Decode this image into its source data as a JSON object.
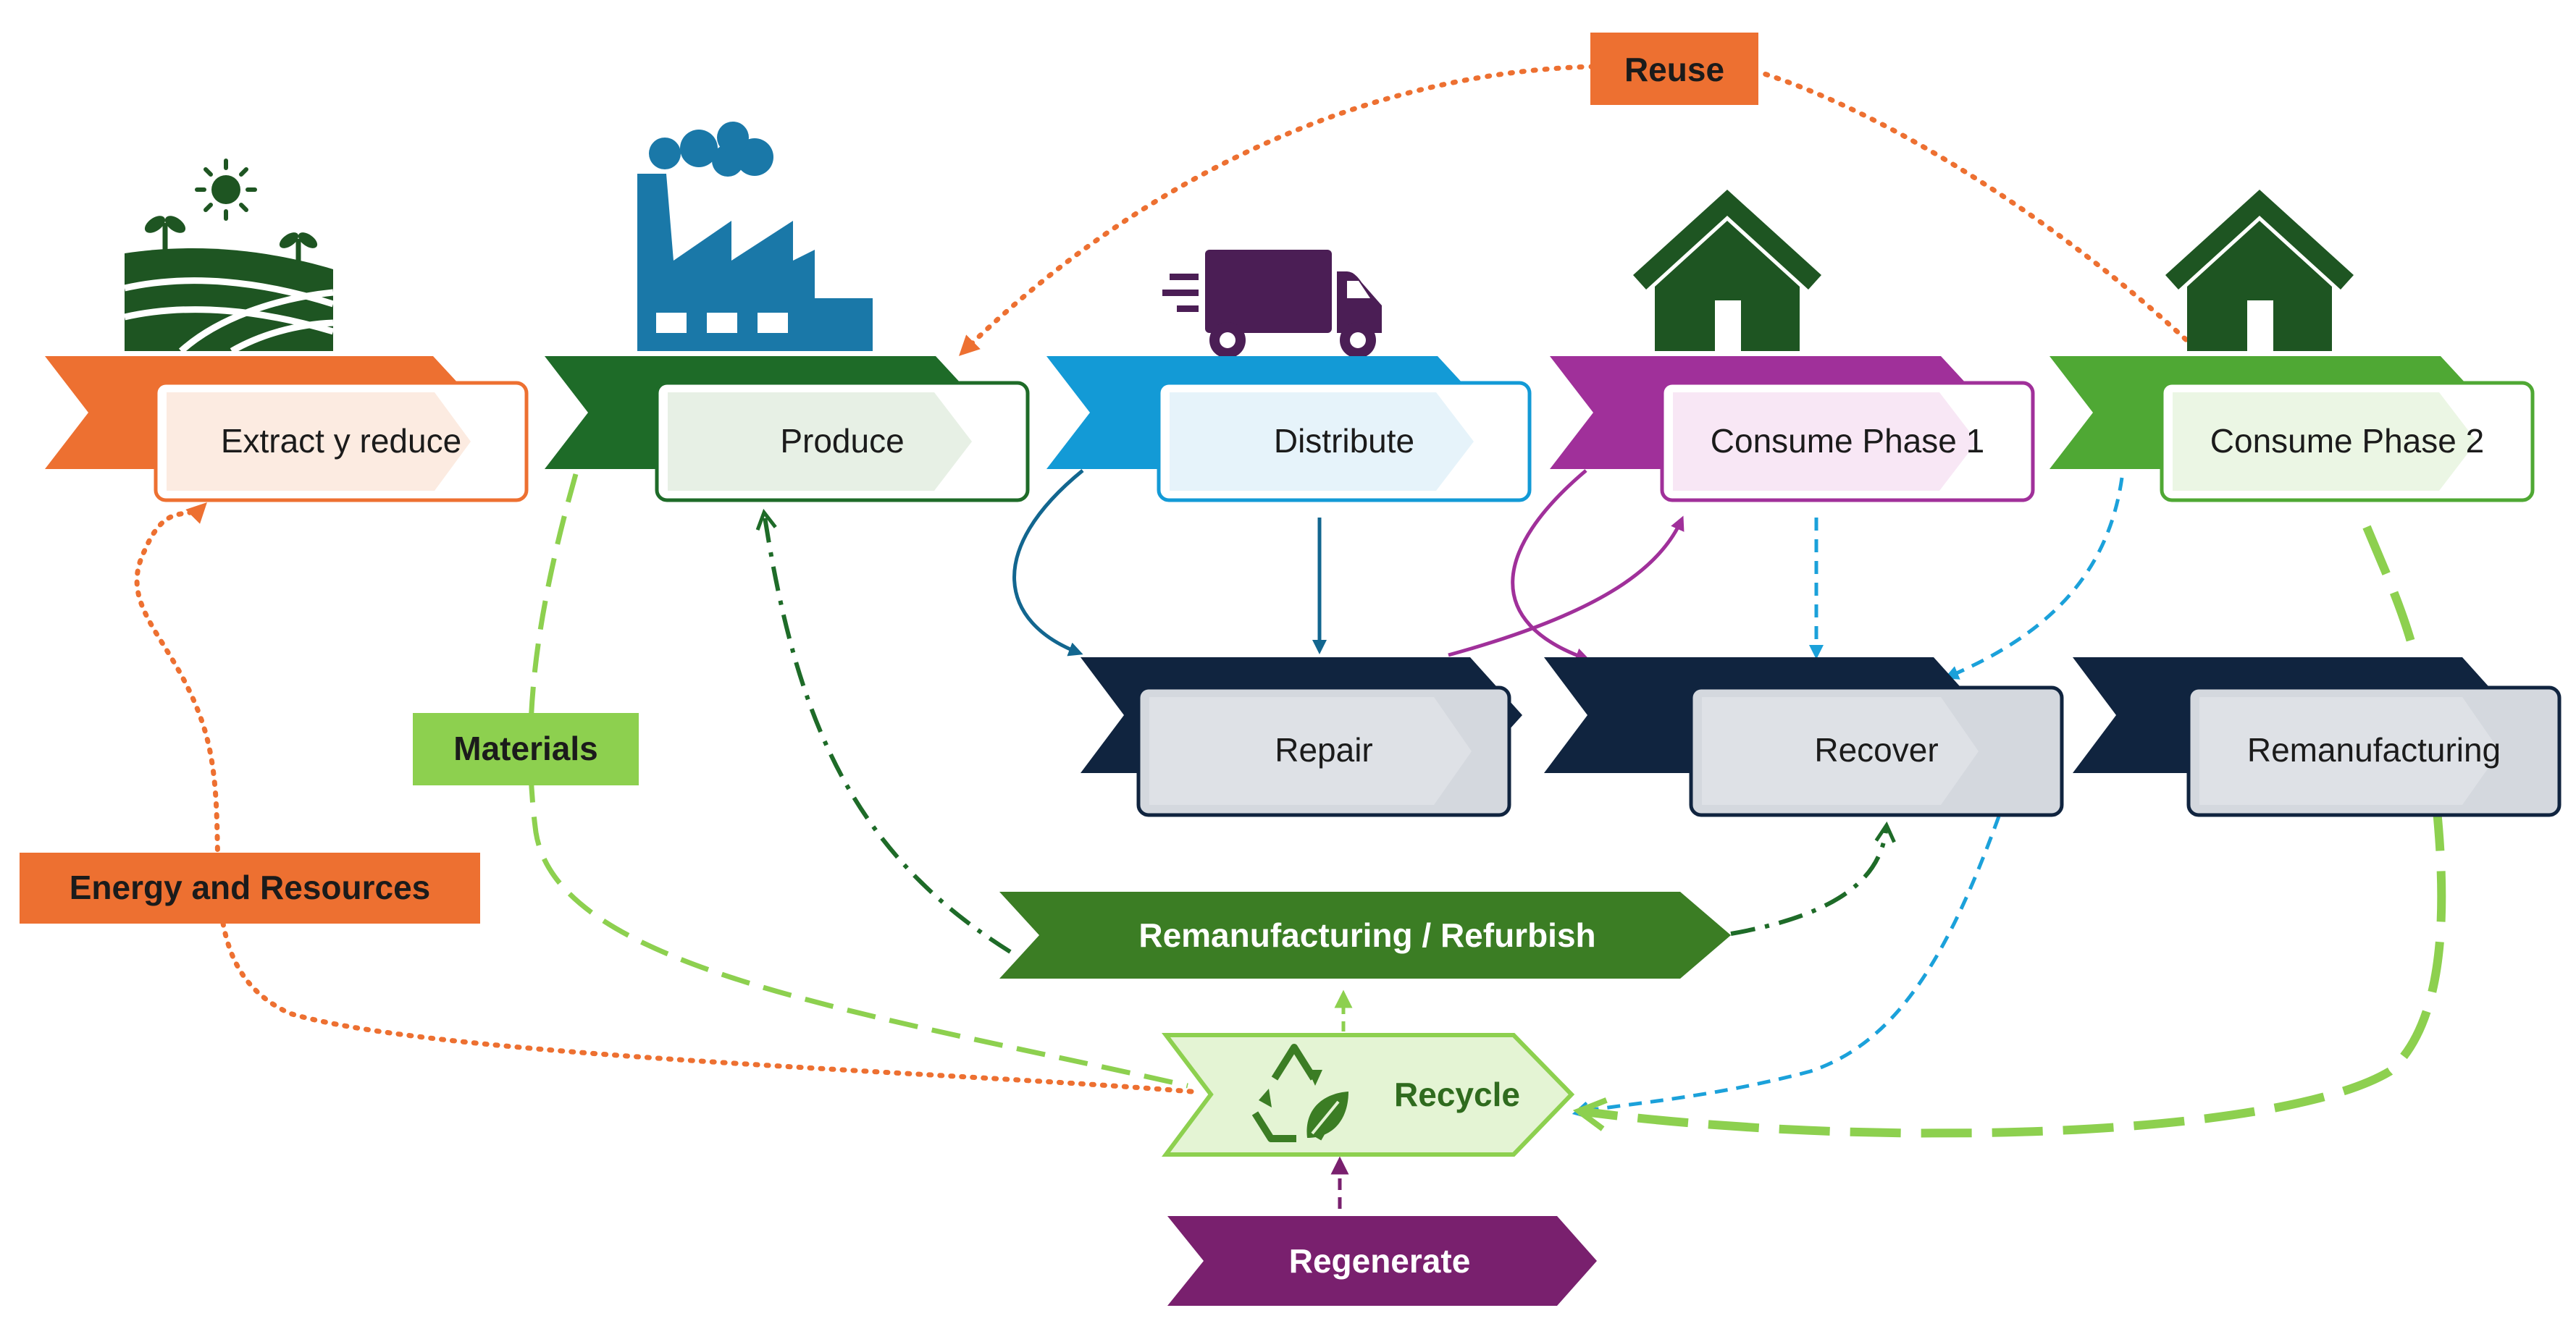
{
  "stages": {
    "extract": "Extract y reduce",
    "produce": "Produce",
    "distribute": "Distribute",
    "consume1": "Consume Phase 1",
    "consume2": "Consume Phase 2"
  },
  "recovery": {
    "repair": "Repair",
    "recover": "Recover",
    "remanufacturing": "Remanufacturing"
  },
  "loops": {
    "reuse": "Reuse",
    "materials": "Materials",
    "energy": "Energy and Resources",
    "remanufacturing_refurbish": "Remanufacturing / Refurbish",
    "recycle": "Recycle",
    "regenerate": "Regenerate"
  },
  "colors": {
    "orange": "#ED7031",
    "dark_green": "#1E6B28",
    "blue": "#139AD6",
    "purple": "#A0309A",
    "green": "#4FA834",
    "navy": "#10243F",
    "light_green": "#8DD04F",
    "mid_green": "#3B7D24",
    "recycle_fill": "#E4F4D4",
    "regenerate": "#79206E",
    "light_blue_dash": "#1BA1DA",
    "teal_blue": "#12668F"
  }
}
